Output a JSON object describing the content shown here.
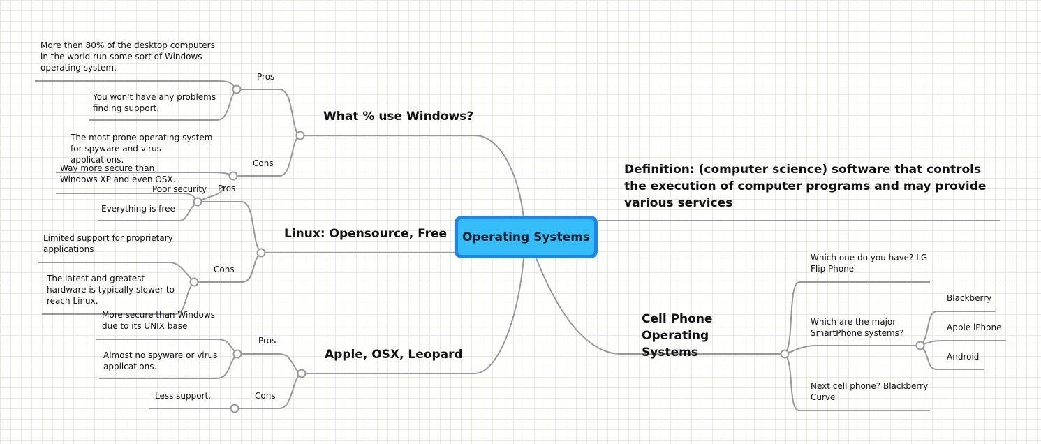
{
  "central": "Operating Systems",
  "branches": {
    "windows": {
      "title": "What % use Windows?",
      "pros_label": "Pros",
      "pros": [
        "More then 80% of the desktop computers in the world run some sort of Windows operating system.",
        "You won't have any problems finding support."
      ],
      "cons_label": "Cons",
      "cons": [
        "The most prone operating system for spyware and virus applications."
      ]
    },
    "linux": {
      "title": "Linux: Opensource, Free",
      "pros_label": "Pros",
      "pros": [
        "Way more secure than Windows XP and even OSX.",
        "Everything is free"
      ],
      "cons_label": "Cons",
      "cons": [
        "Limited support for proprietary applications",
        "The latest and greatest hardware is typically slower to reach Linux."
      ]
    },
    "apple": {
      "title": "Apple, OSX, Leopard",
      "pros_label": "Pros",
      "pros": [
        "More secure than Windows due to its UNIX base",
        "Almost no spyware or virus applications."
      ],
      "cons_label": "Cons",
      "cons": [
        "Poor security.",
        "Less support."
      ]
    },
    "definition": "Definition: (computer science) software that controls the execution of computer programs and may provide various services",
    "cellphone": {
      "title": "Cell Phone Operating Systems",
      "items": [
        "Which one do you have? LG Flip Phone",
        "Which are the major SmartPhone systems?",
        "Next cell phone? Blackberry Curve"
      ],
      "smartphones": [
        "Blackberry",
        "Apple iPhone",
        "Android"
      ]
    }
  },
  "colors": {
    "line": "#999999",
    "central_fill": "#35bdf7",
    "central_border": "#1a87f0",
    "grid": "#e8ece0"
  }
}
